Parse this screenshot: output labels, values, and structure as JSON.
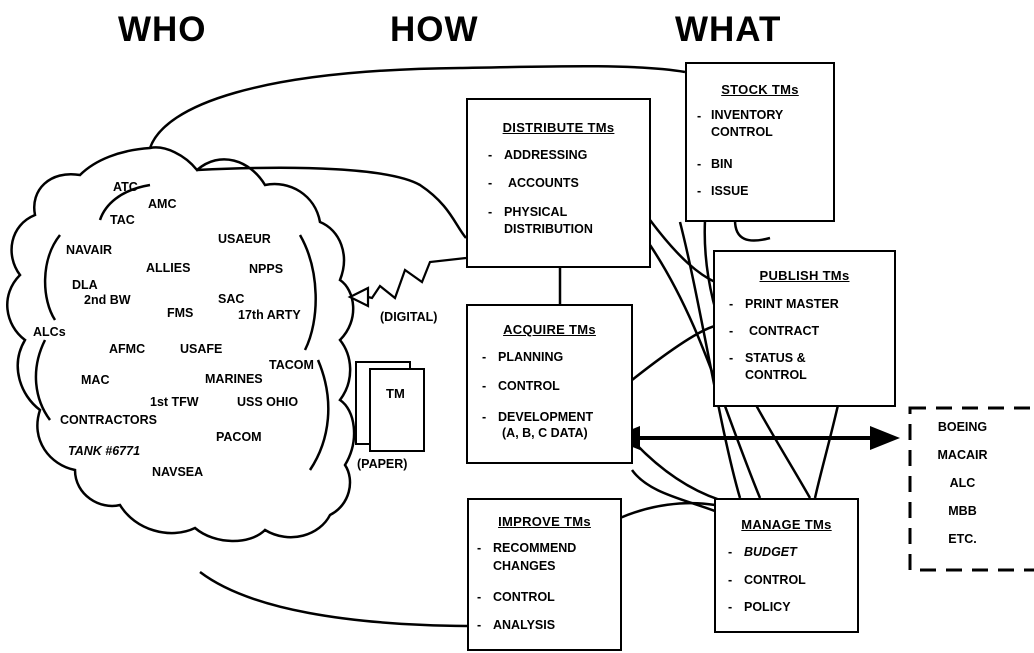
{
  "headers": {
    "who": "WHO",
    "how": "HOW",
    "what": "WHAT"
  },
  "organizations": [
    "ATC",
    "AMC",
    "TAC",
    "NAVAIR",
    "USAEUR",
    "ALLIES",
    "NPPS",
    "DLA",
    "2nd BW",
    "SAC",
    "FMS",
    "17th ARTY",
    "ALCs",
    "AFMC",
    "USAFE",
    "TACOM",
    "MAC",
    "MARINES",
    "1st TFW",
    "USS OHIO",
    "CONTRACTORS",
    "PACOM",
    "TANK #6771",
    "NAVSEA"
  ],
  "boxes": {
    "distribute": {
      "title": "DISTRIBUTE TMs",
      "items": [
        "ADDRESSING",
        "ACCOUNTS",
        "PHYSICAL",
        "DISTRIBUTION"
      ]
    },
    "stock": {
      "title": "STOCK TMs",
      "items": [
        "INVENTORY",
        "CONTROL",
        "BIN",
        "ISSUE"
      ]
    },
    "publish": {
      "title": "PUBLISH TMs",
      "items": [
        "PRINT MASTER",
        "CONTRACT",
        "STATUS &",
        "CONTROL"
      ]
    },
    "acquire": {
      "title": "ACQUIRE TMs",
      "items": [
        "PLANNING",
        "CONTROL",
        "DEVELOPMENT",
        "(A, B, C DATA)"
      ]
    },
    "improve": {
      "title": "IMPROVE TMs",
      "items": [
        "RECOMMEND",
        "CHANGES",
        "CONTROL",
        "ANALYSIS"
      ]
    },
    "manage": {
      "title": "MANAGE TMs",
      "items": [
        "BUDGET",
        "CONTROL",
        "POLICY"
      ]
    }
  },
  "external": {
    "items": [
      "BOEING",
      "MACAIR",
      "ALC",
      "MBB",
      "ETC."
    ]
  },
  "labels": {
    "digital": "(DIGITAL)",
    "tm": "TM",
    "paper": "(PAPER)"
  }
}
